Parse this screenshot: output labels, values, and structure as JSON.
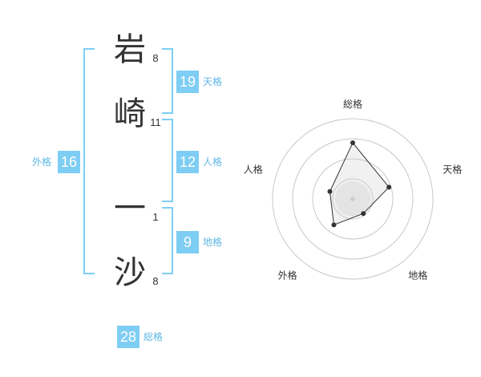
{
  "name": {
    "chars": [
      {
        "char": "岩",
        "strokes": "8"
      },
      {
        "char": "崎",
        "strokes": "11"
      },
      {
        "char": "一",
        "strokes": "1"
      },
      {
        "char": "沙",
        "strokes": "8"
      }
    ]
  },
  "fortunes": {
    "tenkaku": {
      "value": "19",
      "label": "天格"
    },
    "jinkaku": {
      "value": "12",
      "label": "人格"
    },
    "chikaku": {
      "value": "9",
      "label": "地格"
    },
    "gaikaku": {
      "value": "16",
      "label": "外格"
    },
    "soukaku": {
      "value": "28",
      "label": "総格"
    }
  },
  "accent_color": "#7ecdf4",
  "chart_data": {
    "type": "radar",
    "axes": [
      "総格",
      "天格",
      "地格",
      "外格",
      "人格"
    ],
    "values": [
      28,
      19,
      9,
      16,
      12
    ]
  }
}
